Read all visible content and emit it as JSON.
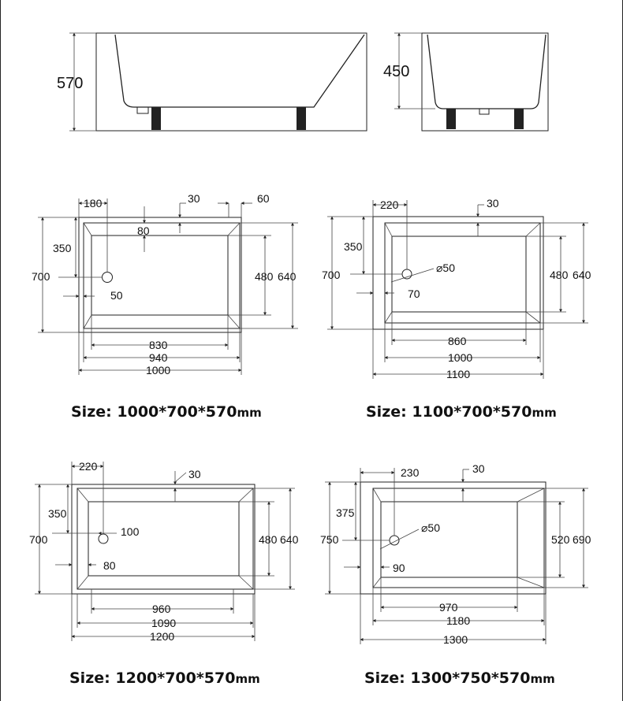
{
  "elevations": {
    "long_height": "570",
    "short_height": "450"
  },
  "drawings": [
    {
      "size_label": "Size:",
      "size_value": "1000*700*570",
      "unit": "mm",
      "dims": {
        "drain_offset": "180",
        "rim_top": "30",
        "rim_side": "60",
        "inner_rim": "80",
        "drain_y": "350",
        "outer_h": "700",
        "inner_h": "480",
        "mid_h": "640",
        "drain_x": "50",
        "w_inner": "830",
        "w_mid": "940",
        "w_outer": "1000"
      }
    },
    {
      "size_label": "Size:",
      "size_value": "1100*700*570",
      "unit": "mm",
      "dims": {
        "drain_offset": "220",
        "rim_top": "30",
        "drain_y": "350",
        "outer_h": "700",
        "drain_diam": "⌀50",
        "drain_x": "70",
        "inner_h": "480",
        "mid_h": "640",
        "w_inner": "860",
        "w_mid": "1000",
        "w_outer": "1100"
      }
    },
    {
      "size_label": "Size:",
      "size_value": "1200*700*570",
      "unit": "mm",
      "dims": {
        "drain_offset": "220",
        "rim_top": "30",
        "drain_y": "350",
        "outer_h": "700",
        "drain_gap": "100",
        "drain_x": "80",
        "inner_h": "480",
        "mid_h": "640",
        "w_inner": "960",
        "w_mid": "1090",
        "w_outer": "1200"
      }
    },
    {
      "size_label": "Size:",
      "size_value": "1300*750*570",
      "unit": "mm",
      "dims": {
        "drain_offset": "230",
        "rim_top": "30",
        "drain_y": "375",
        "outer_h": "750",
        "drain_diam": "⌀50",
        "drain_x": "90",
        "inner_h": "520",
        "mid_h": "690",
        "w_inner": "970",
        "w_mid": "1180",
        "w_outer": "1300"
      }
    }
  ]
}
